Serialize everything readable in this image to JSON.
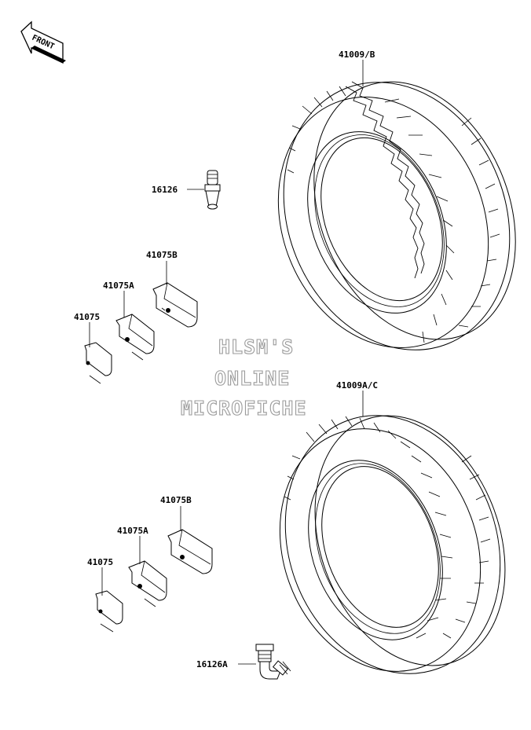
{
  "front_arrow": {
    "label": "FRONT",
    "icon": "front-direction-arrow-icon"
  },
  "watermark": {
    "line1": "HLSM'S",
    "line2": "ONLINE",
    "line3": "MICROFICHE"
  },
  "parts": {
    "tire_rear": "41009/B",
    "tire_front": "41009A/C",
    "valve_upper": "16126",
    "valve_lower": "16126A",
    "weight_b_upper": "41075B",
    "weight_a_upper": "41075A",
    "weight_upper": "41075",
    "weight_b_lower": "41075B",
    "weight_a_lower": "41075A",
    "weight_lower": "41075"
  },
  "icons": {
    "tire": "tire-icon",
    "valve_straight": "straight-valve-icon",
    "valve_angled": "angled-valve-icon",
    "balance_weight": "balance-weight-icon"
  }
}
